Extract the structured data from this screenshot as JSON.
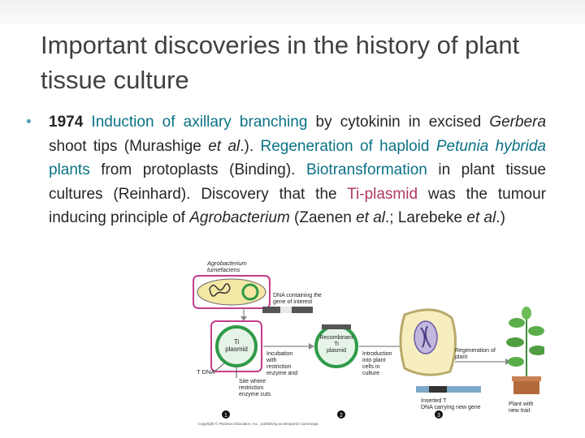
{
  "slide": {
    "title": "Important discoveries in the history of plant tissue culture",
    "year": "1974",
    "segments": [
      {
        "text": " Induction of axillary branching",
        "style": "hl"
      },
      {
        "text": " by cytokinin in excised ",
        "style": "plain"
      },
      {
        "text": "Gerbera",
        "style": "it"
      },
      {
        "text": " shoot tips (Murashige ",
        "style": "plain"
      },
      {
        "text": "et al",
        "style": "it"
      },
      {
        "text": ".). ",
        "style": "plain"
      },
      {
        "text": "Regeneration of haploid ",
        "style": "hl"
      },
      {
        "text": "Petunia hybrida",
        "style": "hl-it"
      },
      {
        "text": " plants",
        "style": "hl"
      },
      {
        "text": " from protoplasts (Binding). ",
        "style": "plain"
      },
      {
        "text": "Biotransformation",
        "style": "hl"
      },
      {
        "text": " in plant tissue cultures (Reinhard). Discovery that the ",
        "style": "plain"
      },
      {
        "text": "Ti-plasmid",
        "style": "hl2"
      },
      {
        "text": " was the tumour inducing principle of ",
        "style": "plain"
      },
      {
        "text": "Agrobacterium",
        "style": "it"
      },
      {
        "text": " (Zaenen ",
        "style": "plain"
      },
      {
        "text": "et al",
        "style": "it"
      },
      {
        "text": ".; Larebeke ",
        "style": "plain"
      },
      {
        "text": "et al",
        "style": "it"
      },
      {
        "text": ".)",
        "style": "plain"
      }
    ]
  },
  "figure": {
    "bacterium_label": "Agrobacterium tumefaciens",
    "dna_label": "DNA containing the gene of interest",
    "ti_plasmid_label": "Ti plasmid",
    "recombinant_label": "Recombinant Ti plasmid",
    "incubation_label": "Incubation with restriction enzyme and",
    "site_label": "Site where restriction enzyme cuts",
    "tdna_label": "T DNA",
    "introduction_label": "Introduction into plant cells in culture",
    "regeneration_label": "Regeneration of plant",
    "inserted_label": "Inserted T DNA carrying new gene",
    "plant_label": "Plant with new trait",
    "steps": [
      "1",
      "2",
      "3"
    ],
    "copyright": "Copyright © Pearson Education, Inc., publishing as Benjamin Cummings."
  }
}
